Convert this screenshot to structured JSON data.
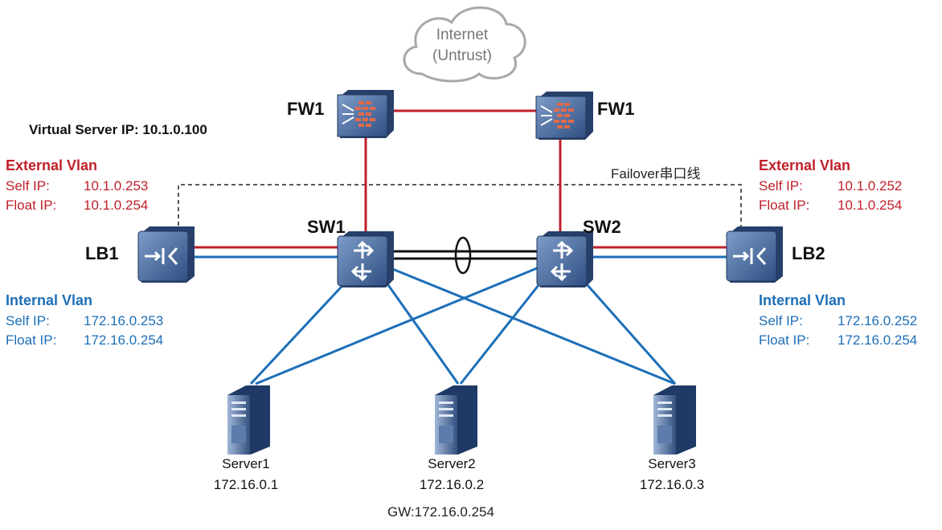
{
  "cloud": {
    "line1": "Internet",
    "line2": "(Untrust)"
  },
  "firewalls": {
    "left_label": "FW1",
    "right_label": "FW1"
  },
  "virtual_server": "Virtual Server IP:  10.1.0.100",
  "failover_label": "Failover串口线",
  "lb1": {
    "label": "LB1",
    "external": {
      "title": "External Vlan",
      "self_key": "Self IP:",
      "self_val": "10.1.0.253",
      "float_key": "Float IP:",
      "float_val": "10.1.0.254"
    },
    "internal": {
      "title": "Internal Vlan",
      "self_key": "Self IP:",
      "self_val": "172.16.0.253",
      "float_key": "Float IP:",
      "float_val": "172.16.0.254"
    }
  },
  "lb2": {
    "label": "LB2",
    "external": {
      "title": "External Vlan",
      "self_key": "Self IP:",
      "self_val": "10.1.0.252",
      "float_key": "Float IP:",
      "float_val": "10.1.0.254"
    },
    "internal": {
      "title": "Internal Vlan",
      "self_key": "Self IP:",
      "self_val": "172.16.0.252",
      "float_key": "Float IP:",
      "float_val": "172.16.0.254"
    }
  },
  "switches": {
    "sw1": "SW1",
    "sw2": "SW2"
  },
  "servers": [
    {
      "name": "Server1",
      "ip": "172.16.0.1"
    },
    {
      "name": "Server2",
      "ip": "172.16.0.2"
    },
    {
      "name": "Server3",
      "ip": "172.16.0.3"
    }
  ],
  "gateway": "GW:172.16.0.254",
  "colors": {
    "red_link": "#c0202a",
    "blue_link": "#1d6fb8",
    "device": "#3e6296"
  }
}
